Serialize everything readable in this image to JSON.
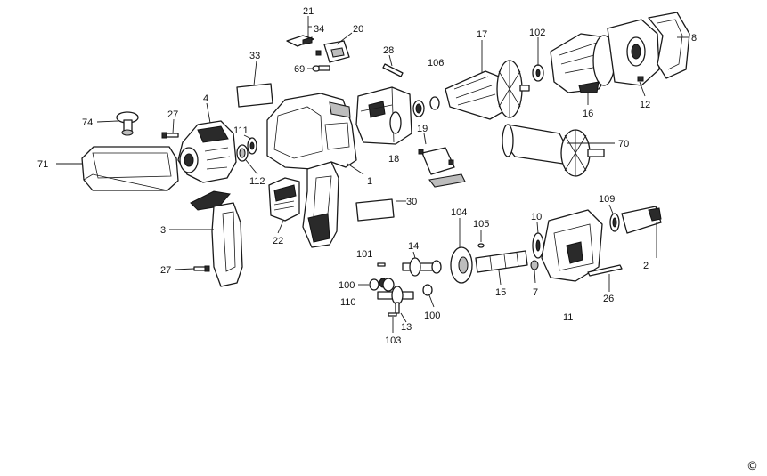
{
  "labels": {
    "p21": "21",
    "p34": "34",
    "p20": "20",
    "p69": "69",
    "p33": "33",
    "p28": "28",
    "p106": "106",
    "p17": "17",
    "p102": "102",
    "p8": "8",
    "p16": "16",
    "p12": "12",
    "p4": "4",
    "p27a": "27",
    "p74": "74",
    "p111": "111",
    "p19": "19",
    "p70": "70",
    "p71": "71",
    "p18": "18",
    "p112": "112",
    "p1": "1",
    "p30": "30",
    "p104": "104",
    "p105": "105",
    "p10": "10",
    "p109": "109",
    "p3": "3",
    "p22": "22",
    "p14": "14",
    "p101": "101",
    "p2": "2",
    "p27b": "27",
    "p100a": "100",
    "p15": "15",
    "p7": "7",
    "p26": "26",
    "p110": "110",
    "p100b": "100",
    "p11": "11",
    "p13": "13",
    "p103": "103"
  },
  "copyright_mark": "©"
}
